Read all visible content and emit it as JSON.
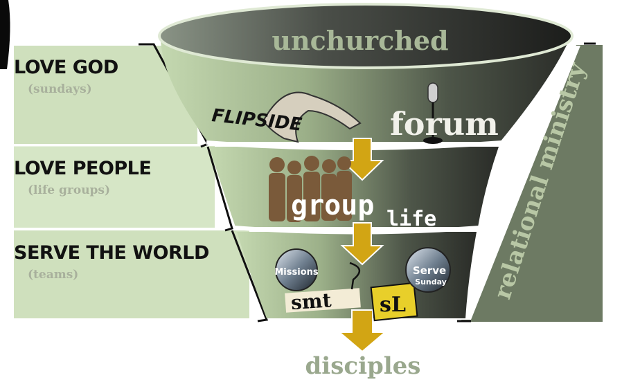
{
  "levels": [
    {
      "title": "LOVE GOD",
      "subtitle": "(sundays)"
    },
    {
      "title": "LOVE PEOPLE",
      "subtitle": "(life groups)"
    },
    {
      "title": "SERVE THE WORLD",
      "subtitle": "(teams)"
    }
  ],
  "funnel": {
    "top_label": "unchurched",
    "bottom_label": "disciples",
    "side_label": "relational ministry",
    "ministries": {
      "flipside": "FLIPSIDE",
      "forum": "forum",
      "group": "group",
      "life": "life",
      "missions": "Missions",
      "smt": "smt",
      "serve": "Serve",
      "sunday": "Sunday",
      "sl": "sL"
    }
  },
  "colors": {
    "band_1": "#cfe0bd",
    "band_2": "#d6e6c6",
    "band_3": "#cfe0bd",
    "funnel_light": "#b9cea7",
    "funnel_dark": "#2e302c",
    "side_panel": "#6d7a63",
    "arrow": "#d2a514",
    "label_faded": "#a8b09c"
  }
}
